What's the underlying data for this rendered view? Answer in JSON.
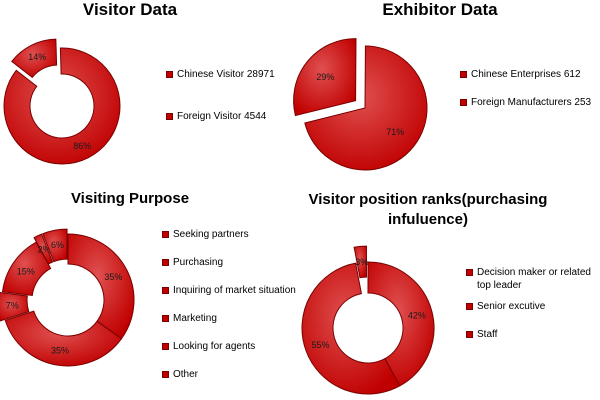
{
  "colors": {
    "slice_fill": "#c00000",
    "slice_stroke": "#7a0000",
    "highlight": "#e05050",
    "label_text": "#1a1a1a"
  },
  "chart_data": [
    {
      "type": "pie",
      "variant": "exploded-doughnut",
      "title": "Visitor Data",
      "legend_position": "right",
      "series": [
        {
          "name": "Chinese Visitor 28971",
          "value": 86,
          "label": "86%"
        },
        {
          "name": "Foreign Visitor 4544",
          "value": 14,
          "label": "14%"
        }
      ]
    },
    {
      "type": "pie",
      "variant": "exploded-pie",
      "title": "Exhibitor Data",
      "legend_position": "right",
      "series": [
        {
          "name": "Chinese Enterprises  612",
          "value": 71,
          "label": "71%"
        },
        {
          "name": "Foreign Manufacturers  253",
          "value": 29,
          "label": "29%"
        }
      ]
    },
    {
      "type": "pie",
      "variant": "exploded-doughnut",
      "title": "Visiting Purpose",
      "legend_position": "right",
      "series": [
        {
          "name": "Seeking partners",
          "value": 35,
          "label": "35%"
        },
        {
          "name": "Purchasing",
          "value": 35,
          "label": "35%"
        },
        {
          "name": "Inquiring of market situation",
          "value": 7,
          "label": "7%"
        },
        {
          "name": "Marketing",
          "value": 15,
          "label": "15%"
        },
        {
          "name": "Looking for agents",
          "value": 2,
          "label": "2%"
        },
        {
          "name": "Other",
          "value": 6,
          "label": "6%"
        }
      ]
    },
    {
      "type": "pie",
      "variant": "exploded-doughnut",
      "title": "Visitor position ranks(purchasing infuluence)",
      "legend_position": "right",
      "series": [
        {
          "name": "Decision maker or related top leader",
          "value": 42,
          "label": "42%"
        },
        {
          "name": "Senior excutive",
          "value": 55,
          "label": "55%"
        },
        {
          "name": "Staff",
          "value": 3,
          "label": "3%"
        }
      ]
    }
  ]
}
